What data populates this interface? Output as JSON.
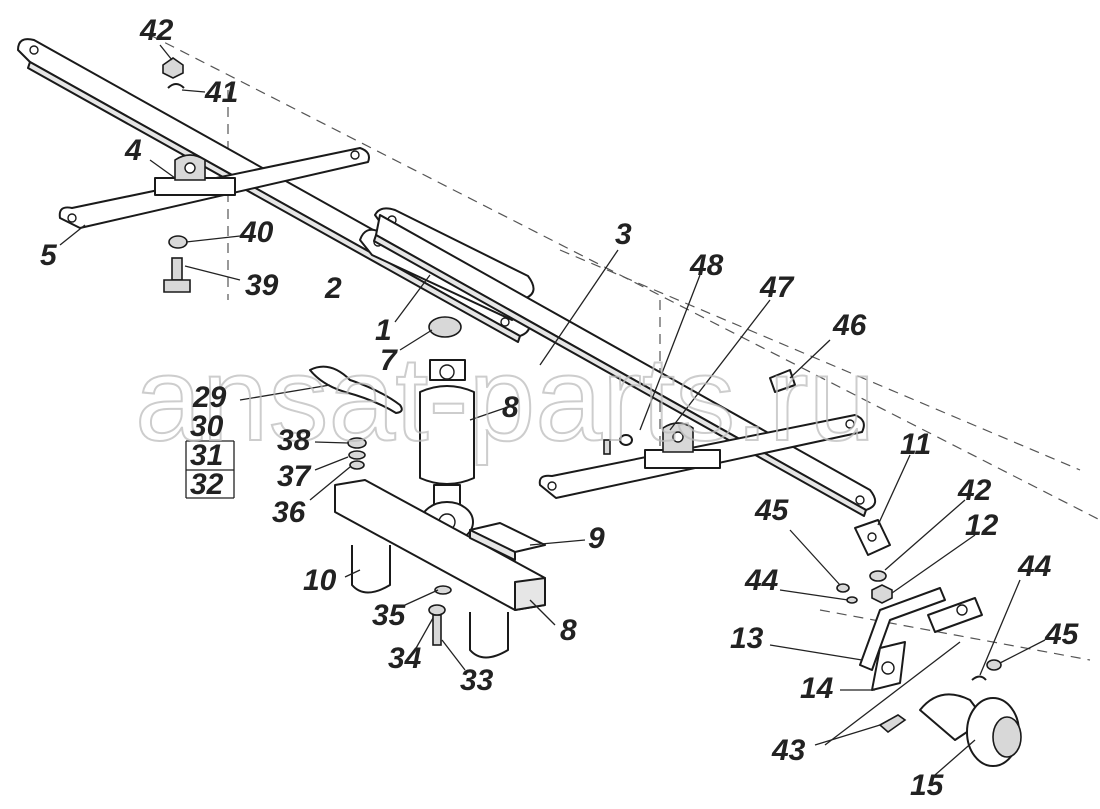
{
  "watermark": "ansat-parts.ru",
  "labels": [
    "42",
    "41",
    "4",
    "5",
    "40",
    "39",
    "2",
    "1",
    "7",
    "3",
    "48",
    "47",
    "46",
    "29",
    "30",
    "31",
    "32",
    "8",
    "38",
    "37",
    "36",
    "10",
    "9",
    "35",
    "34",
    "33",
    "11",
    "42",
    "12",
    "45",
    "44",
    "13",
    "14",
    "43",
    "44",
    "45",
    "15",
    "8"
  ]
}
